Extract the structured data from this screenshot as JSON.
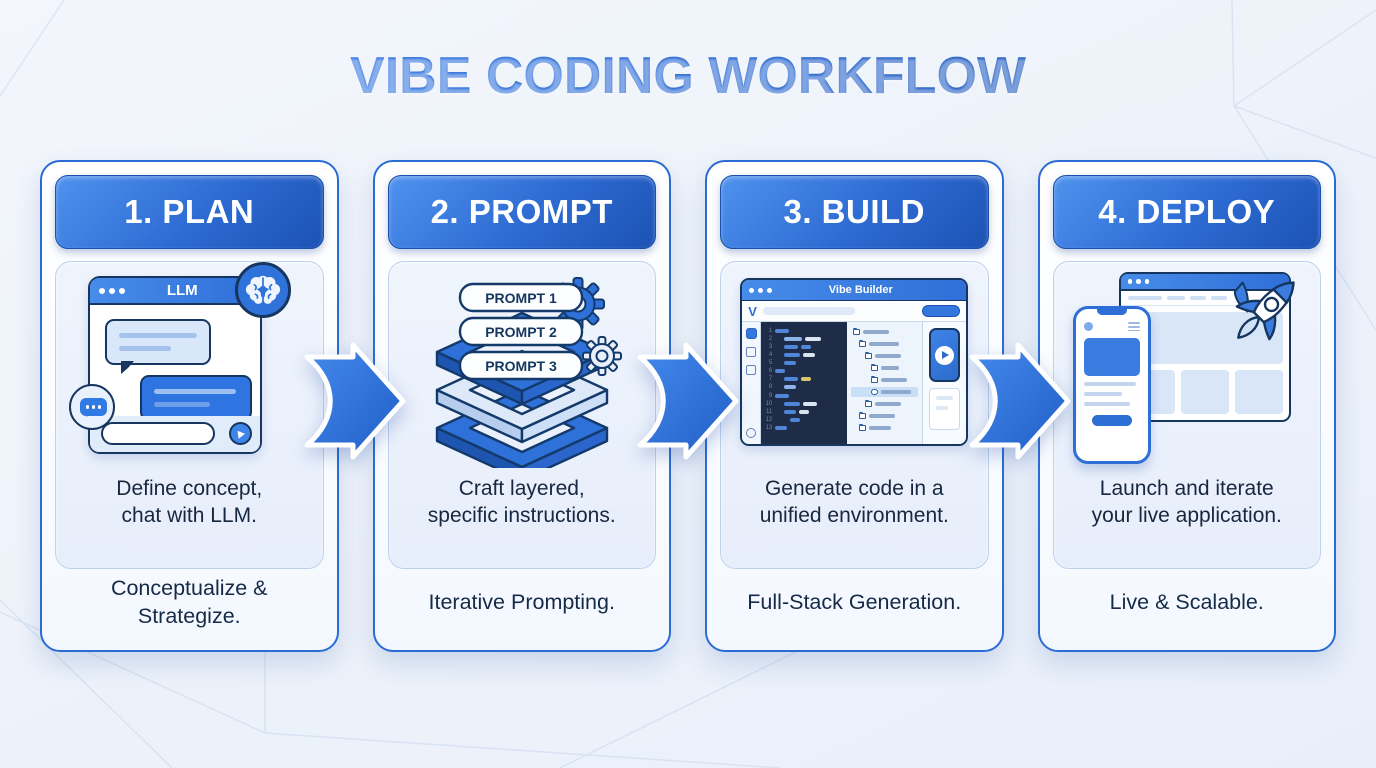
{
  "title": "VIBE CODING WORKFLOW",
  "steps": [
    {
      "header": "1. PLAN",
      "desc": [
        "Define concept,",
        "chat with LLM."
      ],
      "tagline": "Conceptualize & Strategize.",
      "chat": {
        "window_title": "LLM"
      }
    },
    {
      "header": "2. PROMPT",
      "desc": [
        "Craft layered,",
        "specific instructions."
      ],
      "tagline": "Iterative Prompting.",
      "stack_labels": [
        "PROMPT 1",
        "PROMPT 2",
        "PROMPT 3"
      ]
    },
    {
      "header": "3. BUILD",
      "desc": [
        "Generate code in a",
        "unified environment."
      ],
      "tagline": "Full-Stack Generation.",
      "ide": {
        "window_title": "Vibe Builder",
        "logo": "V"
      }
    },
    {
      "header": "4. DEPLOY",
      "desc": [
        "Launch and iterate",
        "your live application."
      ],
      "tagline": "Live & Scalable."
    }
  ],
  "colors": {
    "accent_blue": "#2e6fd6",
    "header_gradient_start": "#4f92ee",
    "header_gradient_end": "#1c53b4",
    "card_border": "#2b6cd4",
    "panel_bg": "#eaf0fb",
    "outline_navy": "#16365f",
    "editor_bg": "#1f2c47",
    "page_bg": "#eef2fa"
  }
}
